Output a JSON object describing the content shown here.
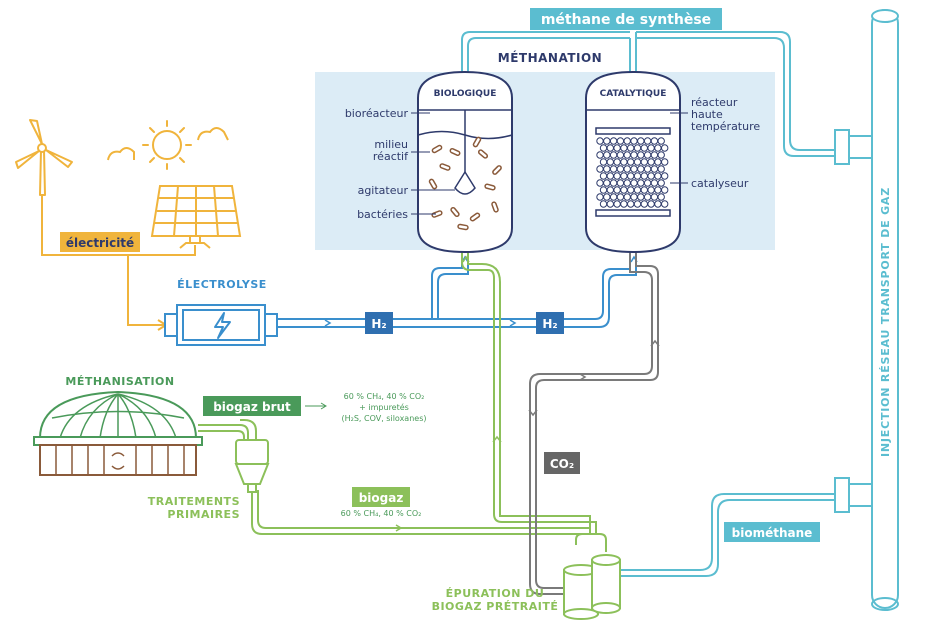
{
  "colors": {
    "blue": "#3a8fcd",
    "blue_dark": "#2f6fb0",
    "teal": "#5bbdd0",
    "green": "#8cc05a",
    "green_dark": "#4a9a5a",
    "orange": "#f0b43c",
    "gray": "#7a7a7a",
    "navy": "#2e3a6b",
    "brown": "#8a5a3a",
    "panel": "#dcecf6"
  },
  "labels": {
    "methane_synthese": "méthane de synthèse",
    "methanation": "MÉTHANATION",
    "biologique": "BIOLOGIQUE",
    "catalytique": "CATALYTIQUE",
    "bioreacteur": "bioréacteur",
    "milieu_l1": "milieu",
    "milieu_l2": "réactif",
    "agitateur": "agitateur",
    "bacteries": "bactéries",
    "reacteur_l1": "réacteur",
    "reacteur_l2": "haute",
    "reacteur_l3": "température",
    "catalyseur": "catalyseur",
    "electricite": "électricité",
    "electrolyse": "ÉLECTROLYSE",
    "h2_a": "H₂",
    "h2_b": "H₂",
    "co2": "CO₂",
    "methanisation": "MÉTHANISATION",
    "biogaz_brut": "biogaz brut",
    "brut_l1": "60 % CH₄, 40 % CO₂",
    "brut_l2": "+ impuretés",
    "brut_l3": "(H₂S, COV, siloxanes)",
    "traitements_l1": "TRAITEMENTS",
    "traitements_l2": "PRIMAIRES",
    "biogaz": "biogaz",
    "biogaz_comp": "60 % CH₄, 40 % CO₂",
    "epuration_l1": "ÉPURATION DU",
    "epuration_l2": "BIOGAZ PRÉTRAITÉ",
    "biomethane": "biométhane",
    "injection": "INJECTION RÉSEAU TRANSPORT DE GAZ"
  }
}
